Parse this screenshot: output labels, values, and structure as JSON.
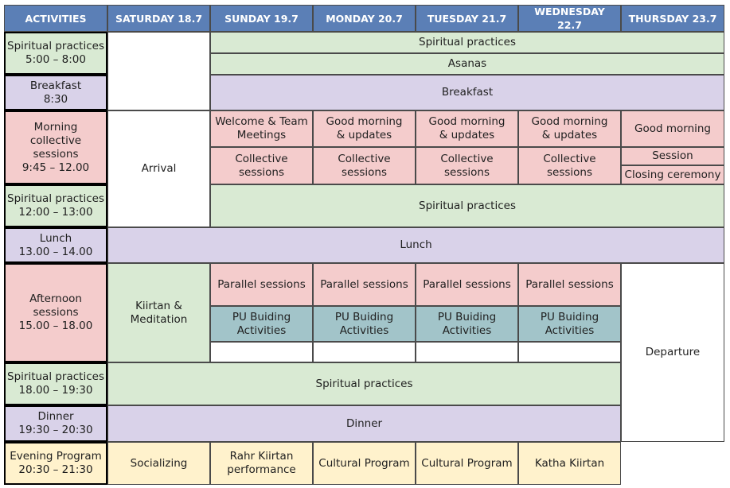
{
  "colors": {
    "header": "#5b7fb6",
    "green": "#d9ead3",
    "lavender": "#d9d2e9",
    "pink": "#f4cccc",
    "teal": "#a2c4c9",
    "yellow": "#fff2cc",
    "white": "#ffffff",
    "border_light": "#4a4a4a",
    "border_heavy": "#000000"
  },
  "cells": [
    {
      "name": "header-activities",
      "text": "ACTIVITIES",
      "fill": "header",
      "header": true,
      "grid": [
        0,
        0,
        1,
        1
      ]
    },
    {
      "name": "header-saturday",
      "text": "SATURDAY 18.7",
      "fill": "header",
      "header": true,
      "grid": [
        0,
        1,
        1,
        1
      ]
    },
    {
      "name": "header-sunday",
      "text": "SUNDAY 19.7",
      "fill": "header",
      "header": true,
      "grid": [
        0,
        2,
        1,
        1
      ]
    },
    {
      "name": "header-monday",
      "text": "MONDAY 20.7",
      "fill": "header",
      "header": true,
      "grid": [
        0,
        3,
        1,
        1
      ]
    },
    {
      "name": "header-tuesday",
      "text": "TUESDAY 21.7",
      "fill": "header",
      "header": true,
      "grid": [
        0,
        4,
        1,
        1
      ]
    },
    {
      "name": "header-wednesday",
      "text": "WEDNESDAY 22.7",
      "fill": "header",
      "header": true,
      "grid": [
        0,
        5,
        1,
        1
      ]
    },
    {
      "name": "header-thursday",
      "text": "THURSDAY 23.7",
      "fill": "header",
      "header": true,
      "grid": [
        0,
        6,
        1,
        1
      ]
    },
    {
      "name": "activity-spiritual-practices-morning",
      "text": "Spiritual practices\n5:00 – 8:00",
      "fill": "green",
      "heavy": true,
      "grid": [
        1,
        0,
        2,
        1
      ]
    },
    {
      "name": "saturday-morning-empty",
      "text": "",
      "fill": "white",
      "grid": [
        1,
        1,
        3,
        1
      ]
    },
    {
      "name": "spiritual-practices-morning-block",
      "text": "Spiritual practices",
      "fill": "green",
      "grid": [
        1,
        2,
        1,
        5
      ]
    },
    {
      "name": "asanas-block",
      "text": "Asanas",
      "fill": "green",
      "grid": [
        2,
        2,
        1,
        5
      ]
    },
    {
      "name": "activity-breakfast",
      "text": "Breakfast\n8:30",
      "fill": "lavender",
      "heavy": true,
      "grid": [
        3,
        0,
        1,
        1
      ]
    },
    {
      "name": "breakfast-block",
      "text": "Breakfast",
      "fill": "lavender",
      "grid": [
        3,
        2,
        1,
        5
      ]
    },
    {
      "name": "activity-morning-collective-sessions",
      "text": "Morning collective\nsessions\n9:45 – 12.00",
      "fill": "pink",
      "heavy": true,
      "grid": [
        4,
        0,
        3,
        1
      ]
    },
    {
      "name": "saturday-arrival",
      "text": "Arrival",
      "fill": "white",
      "grid": [
        4,
        1,
        4,
        1
      ]
    },
    {
      "name": "sunday-welcome-team-meetings",
      "text": "Welcome & Team\nMeetings",
      "fill": "pink",
      "grid": [
        4,
        2,
        1,
        1
      ]
    },
    {
      "name": "monday-good-morning-updates",
      "text": "Good morning\n& updates",
      "fill": "pink",
      "grid": [
        4,
        3,
        1,
        1
      ]
    },
    {
      "name": "tuesday-good-morning-updates",
      "text": "Good morning\n& updates",
      "fill": "pink",
      "grid": [
        4,
        4,
        1,
        1
      ]
    },
    {
      "name": "wednesday-good-morning-updates",
      "text": "Good morning\n& updates",
      "fill": "pink",
      "grid": [
        4,
        5,
        1,
        1
      ]
    },
    {
      "name": "thursday-good-morning",
      "text": "Good morning",
      "fill": "pink",
      "grid": [
        4,
        6,
        1,
        1
      ]
    },
    {
      "name": "sunday-collective-sessions",
      "text": "Collective\nsessions",
      "fill": "pink",
      "grid": [
        5,
        2,
        2,
        1
      ]
    },
    {
      "name": "monday-collective-sessions",
      "text": "Collective\nsessions",
      "fill": "pink",
      "grid": [
        5,
        3,
        2,
        1
      ]
    },
    {
      "name": "tuesday-collective-sessions",
      "text": "Collective\nsessions",
      "fill": "pink",
      "grid": [
        5,
        4,
        2,
        1
      ]
    },
    {
      "name": "wednesday-collective-sessions",
      "text": "Collective\nsessions",
      "fill": "pink",
      "grid": [
        5,
        5,
        2,
        1
      ]
    },
    {
      "name": "thursday-session",
      "text": "Session",
      "fill": "pink",
      "grid": [
        5,
        6,
        1,
        1
      ]
    },
    {
      "name": "thursday-closing-ceremony",
      "text": "Closing ceremony",
      "fill": "pink",
      "grid": [
        6,
        6,
        1,
        1
      ]
    },
    {
      "name": "activity-spiritual-practices-midday",
      "text": "Spiritual practices\n12:00 – 13:00",
      "fill": "green",
      "heavy": true,
      "grid": [
        7,
        0,
        1,
        1
      ]
    },
    {
      "name": "spiritual-practices-midday-block",
      "text": "Spiritual practices",
      "fill": "green",
      "grid": [
        7,
        2,
        1,
        5
      ]
    },
    {
      "name": "activity-lunch",
      "text": "Lunch\n13.00 – 14.00",
      "fill": "lavender",
      "heavy": true,
      "grid": [
        8,
        0,
        1,
        1
      ]
    },
    {
      "name": "lunch-block",
      "text": "Lunch",
      "fill": "lavender",
      "grid": [
        8,
        1,
        1,
        6
      ]
    },
    {
      "name": "activity-afternoon-sessions",
      "text": "Afternoon\nsessions\n15.00 – 18.00",
      "fill": "pink",
      "heavy": true,
      "grid": [
        9,
        0,
        3,
        1
      ]
    },
    {
      "name": "saturday-kiirtan-meditation",
      "text": "Kiirtan &\nMeditation",
      "fill": "green",
      "grid": [
        9,
        1,
        3,
        1
      ]
    },
    {
      "name": "sunday-parallel-sessions",
      "text": "Parallel sessions",
      "fill": "pink",
      "grid": [
        9,
        2,
        1,
        1
      ]
    },
    {
      "name": "monday-parallel-sessions",
      "text": "Parallel sessions",
      "fill": "pink",
      "grid": [
        9,
        3,
        1,
        1
      ]
    },
    {
      "name": "tuesday-parallel-sessions",
      "text": "Parallel sessions",
      "fill": "pink",
      "grid": [
        9,
        4,
        1,
        1
      ]
    },
    {
      "name": "wednesday-parallel-sessions",
      "text": "Parallel sessions",
      "fill": "pink",
      "grid": [
        9,
        5,
        1,
        1
      ]
    },
    {
      "name": "thursday-departure",
      "text": "Departure",
      "fill": "white",
      "grid": [
        9,
        6,
        5,
        1
      ]
    },
    {
      "name": "sunday-pu-building-activities",
      "text": "PU Buiding\nActivities",
      "fill": "teal",
      "grid": [
        10,
        2,
        1,
        1
      ]
    },
    {
      "name": "monday-pu-building-activities",
      "text": "PU Buiding\nActivities",
      "fill": "teal",
      "grid": [
        10,
        3,
        1,
        1
      ]
    },
    {
      "name": "tuesday-pu-building-activities",
      "text": "PU Buiding\nActivities",
      "fill": "teal",
      "grid": [
        10,
        4,
        1,
        1
      ]
    },
    {
      "name": "wednesday-pu-building-activities",
      "text": "PU Buiding\nActivities",
      "fill": "teal",
      "grid": [
        10,
        5,
        1,
        1
      ]
    },
    {
      "name": "sunday-afternoon-empty",
      "text": "",
      "fill": "white",
      "grid": [
        11,
        2,
        1,
        1
      ]
    },
    {
      "name": "monday-afternoon-empty",
      "text": "",
      "fill": "white",
      "grid": [
        11,
        3,
        1,
        1
      ]
    },
    {
      "name": "tuesday-afternoon-empty",
      "text": "",
      "fill": "white",
      "grid": [
        11,
        4,
        1,
        1
      ]
    },
    {
      "name": "wednesday-afternoon-empty",
      "text": "",
      "fill": "white",
      "grid": [
        11,
        5,
        1,
        1
      ]
    },
    {
      "name": "activity-spiritual-practices-evening",
      "text": "Spiritual practices\n18.00 – 19:30",
      "fill": "green",
      "heavy": true,
      "grid": [
        12,
        0,
        1,
        1
      ]
    },
    {
      "name": "spiritual-practices-evening-block",
      "text": "Spiritual practices",
      "fill": "green",
      "grid": [
        12,
        1,
        1,
        5
      ]
    },
    {
      "name": "activity-dinner",
      "text": "Dinner\n19:30 – 20:30",
      "fill": "lavender",
      "heavy": true,
      "grid": [
        13,
        0,
        1,
        1
      ]
    },
    {
      "name": "dinner-block",
      "text": "Dinner",
      "fill": "lavender",
      "grid": [
        13,
        1,
        1,
        5
      ]
    },
    {
      "name": "activity-evening-program",
      "text": "Evening Program\n20:30 – 21:30",
      "fill": "yellow",
      "heavy": true,
      "grid": [
        14,
        0,
        1,
        1
      ]
    },
    {
      "name": "saturday-socializing",
      "text": "Socializing",
      "fill": "yellow",
      "grid": [
        14,
        1,
        1,
        1
      ]
    },
    {
      "name": "sunday-rahr-kiirtan-performance",
      "text": "Rahr Kiirtan\nperformance",
      "fill": "yellow",
      "grid": [
        14,
        2,
        1,
        1
      ]
    },
    {
      "name": "monday-cultural-program",
      "text": "Cultural Program",
      "fill": "yellow",
      "grid": [
        14,
        3,
        1,
        1
      ]
    },
    {
      "name": "tuesday-cultural-program",
      "text": "Cultural Program",
      "fill": "yellow",
      "grid": [
        14,
        4,
        1,
        1
      ]
    },
    {
      "name": "wednesday-katha-kiirtan",
      "text": "Katha Kiirtan",
      "fill": "yellow",
      "grid": [
        14,
        5,
        1,
        1
      ]
    }
  ]
}
